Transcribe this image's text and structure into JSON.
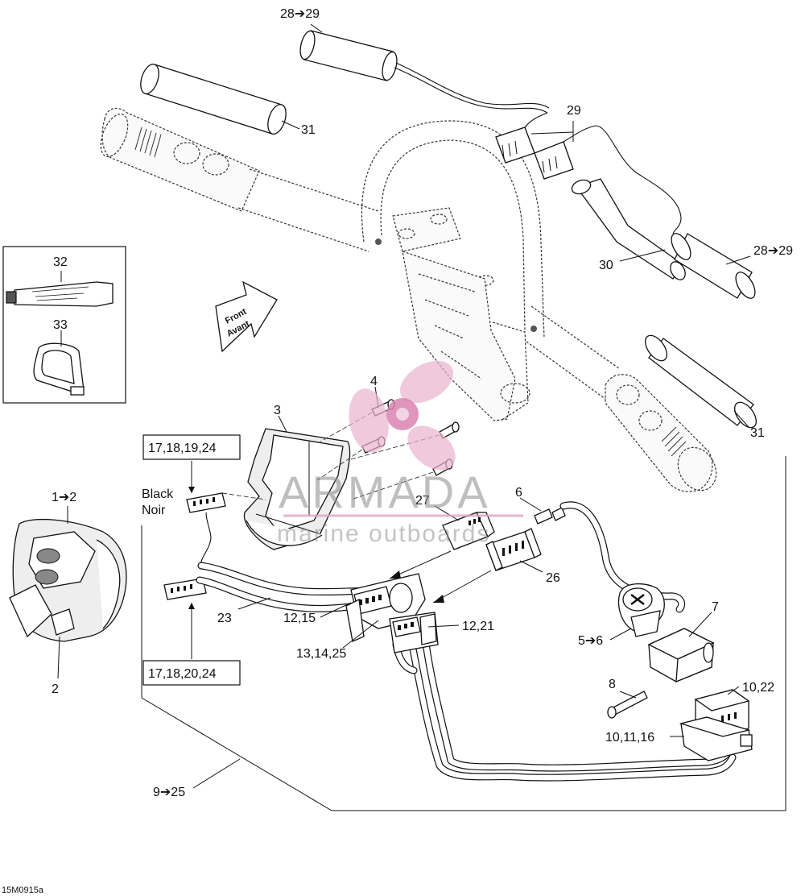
{
  "diagram": {
    "figure_code": "15M0915a",
    "callouts": {
      "grip_heater_top": "28➔29",
      "grip_heater_right": "28➔29",
      "grip_sleeve_top": "31",
      "grip_sleeve_bottom": "31",
      "heater_connector": "29",
      "handlebar_tube": "30",
      "lubricant_tube": "32",
      "tie_strap": "33",
      "pins": "4",
      "housing_cover": "3",
      "connector_box_top": "17,18,19,24",
      "connector_box_bottom": "17,18,20,24",
      "switch_assembly": "1➔2",
      "switch_button": "2",
      "terminal": "6",
      "connector_27": "27",
      "connector_26": "26",
      "harness_23": "23",
      "connector_12_15": "12,15",
      "connector_12_21": "12,21",
      "connector_13_14_25": "13,14,25",
      "lanyard_post": "5➔6",
      "lanyard_cap": "7",
      "lanyard_pin": "8",
      "connector_10_22": "10,22",
      "connector_10_11_16": "10,11,16",
      "main_harness": "9➔25"
    },
    "wire_colors": {
      "line1": "Black",
      "line2": "Noir"
    },
    "direction_arrow": {
      "line1": "Front",
      "line2": "Avant"
    }
  },
  "watermark": {
    "brand": "ARMADA",
    "tagline": "marine outboards",
    "icon": "propeller-logo-icon",
    "accent": "#e0a3c4"
  }
}
